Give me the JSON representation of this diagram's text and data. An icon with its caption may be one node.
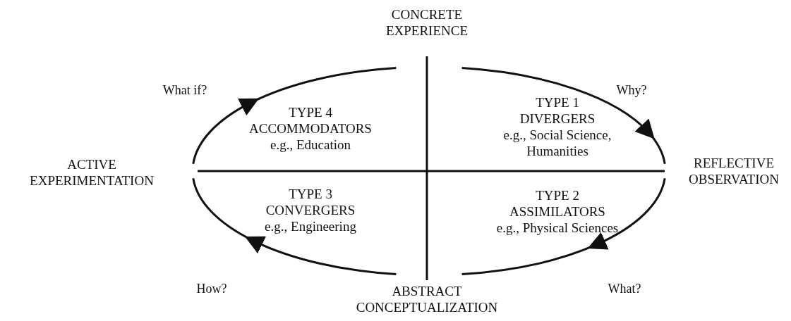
{
  "diagram": {
    "nodes": [
      {
        "text": [
          "CONCRETE EXPERIENCE"
        ]
      },
      {
        "text": [
          "REFLECTIVE OBSERVATION"
        ]
      },
      {
        "text": [
          "ABSTRACT CONCEPTUALIZATION"
        ]
      },
      {
        "text": [
          "ACTIVE EXPERIMENTATION"
        ]
      },
      {
        "text": [
          "TYPE 1",
          "DIVERGERS",
          "e.g., Social Science, Humanities"
        ]
      },
      {
        "text": [
          "TYPE 2",
          "ASSIMILATORS",
          "e.g., Physical Sciences"
        ]
      },
      {
        "text": [
          "TYPE 3",
          "CONVERGERS",
          "e.g., Engineering"
        ]
      },
      {
        "text": [
          "TYPE 4",
          "ACCOMMODATORS",
          "e.g., Education"
        ]
      }
    ],
    "labels": [
      "What if?",
      "Why?",
      "How?",
      "What?"
    ]
  }
}
